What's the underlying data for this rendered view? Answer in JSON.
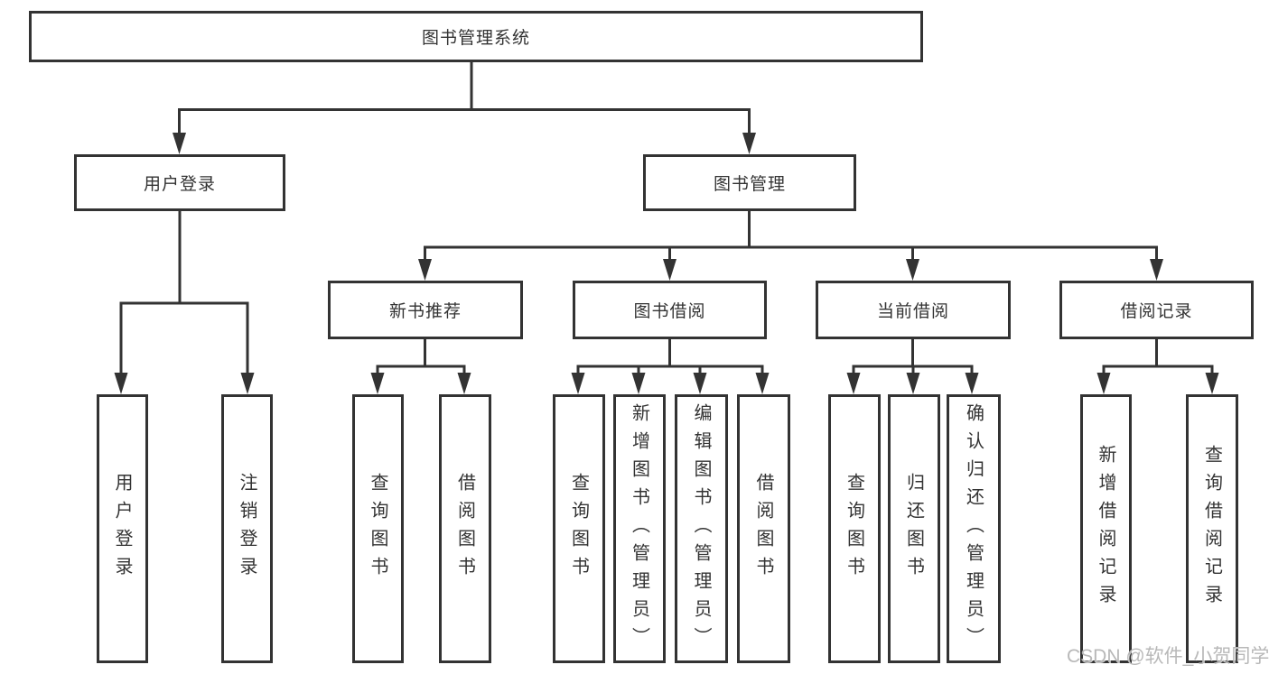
{
  "nodes": {
    "root": {
      "label": "图书管理系统"
    },
    "user_login": {
      "label": "用户登录"
    },
    "book_management": {
      "label": "图书管理"
    },
    "new_book_recommend": {
      "label": "新书推荐"
    },
    "book_borrowing": {
      "label": "图书借阅"
    },
    "current_borrowing": {
      "label": "当前借阅"
    },
    "borrowing_records": {
      "label": "借阅记录"
    },
    "ul_user_login": {
      "label": "用户登录"
    },
    "ul_logout": {
      "label": "注销登录"
    },
    "nb_query_books": {
      "label": "查询图书"
    },
    "nb_borrow_books": {
      "label": "借阅图书"
    },
    "bb_query_books": {
      "label": "查询图书"
    },
    "bb_add_books": {
      "label": "新增图书（管理员）"
    },
    "bb_edit_books": {
      "label": "编辑图书（管理员）"
    },
    "bb_borrow_books": {
      "label": "借阅图书"
    },
    "cb_query_books": {
      "label": "查询图书"
    },
    "cb_return_books": {
      "label": "归还图书"
    },
    "cb_confirm_return": {
      "label": "确认归还（管理员）"
    },
    "br_add_record": {
      "label": "新增借阅记录"
    },
    "br_query_record": {
      "label": "查询借阅记录"
    }
  },
  "hierarchy": {
    "图书管理系统": {
      "用户登录": [
        "用户登录",
        "注销登录"
      ],
      "图书管理": {
        "新书推荐": [
          "查询图书",
          "借阅图书"
        ],
        "图书借阅": [
          "查询图书",
          "新增图书（管理员）",
          "编辑图书（管理员）",
          "借阅图书"
        ],
        "当前借阅": [
          "查询图书",
          "归还图书",
          "确认归还（管理员）"
        ],
        "借阅记录": [
          "新增借阅记录",
          "查询借阅记录"
        ]
      }
    }
  },
  "watermark": {
    "text": "CSDN @软件_小贺同学"
  },
  "colors": {
    "line": "#333333",
    "text": "#333333",
    "box_background": "#ffffff",
    "page_background": "#ffffff",
    "watermark": "#b8b8b8"
  }
}
